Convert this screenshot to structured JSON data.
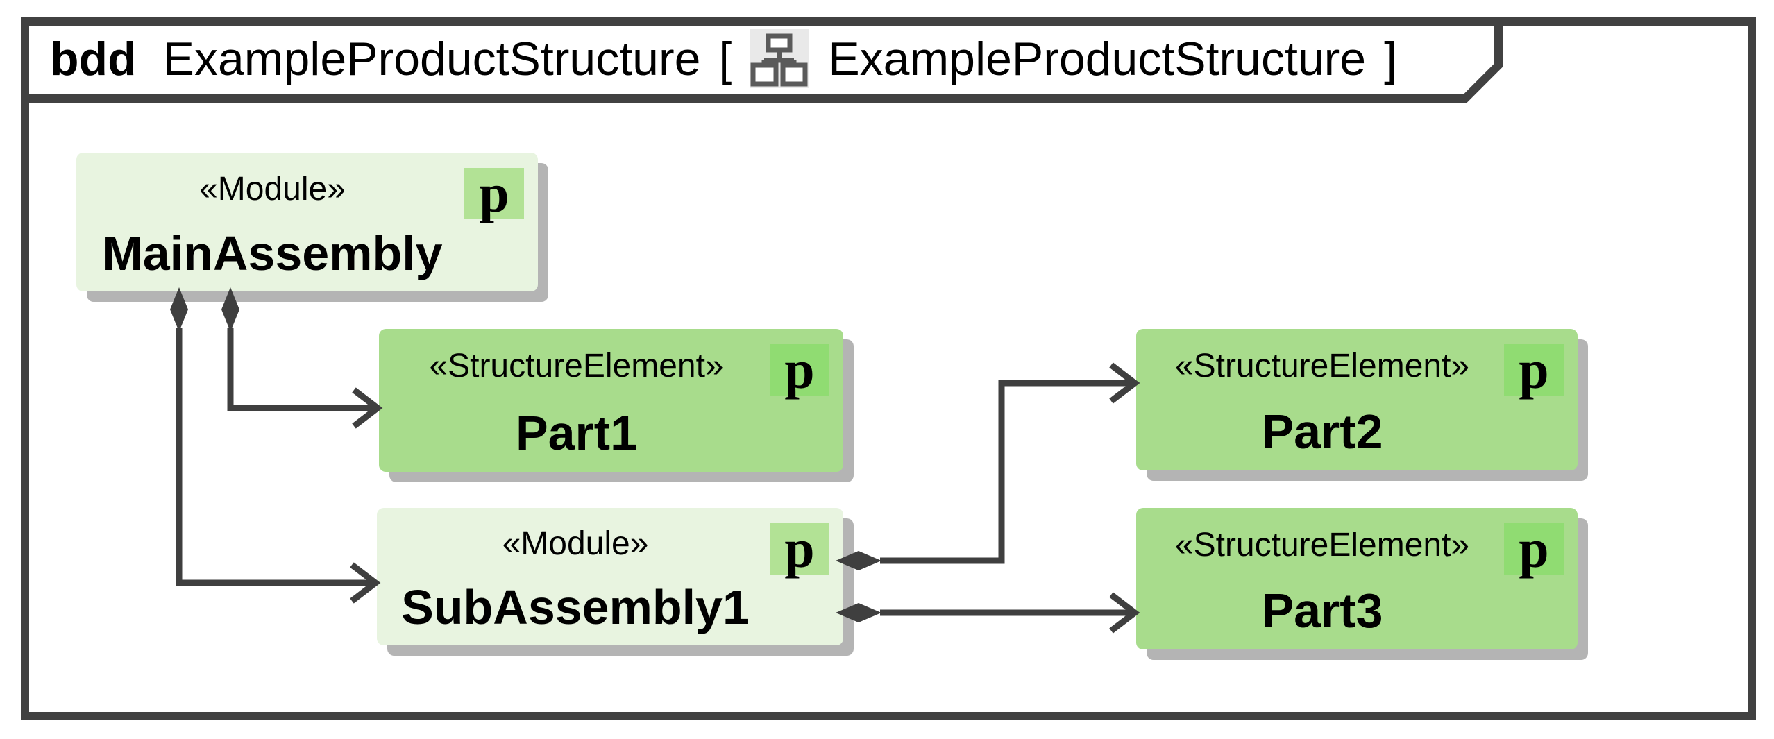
{
  "header": {
    "diagram_kind": "bdd",
    "diagram_title": "ExampleProductStructure",
    "open_bracket": "[",
    "close_bracket": "]",
    "diagram_ref": "ExampleProductStructure",
    "ref_icon": "structure-diagram-icon"
  },
  "nodes": [
    {
      "stereotype": "«Module»",
      "name": "MainAssembly",
      "badge": "p"
    },
    {
      "stereotype": "«StructureElement»",
      "name": "Part1",
      "badge": "p"
    },
    {
      "stereotype": "«Module»",
      "name": "SubAssembly1",
      "badge": "p"
    },
    {
      "stereotype": "«StructureElement»",
      "name": "Part2",
      "badge": "p"
    },
    {
      "stereotype": "«StructureElement»",
      "name": "Part3",
      "badge": "p"
    }
  ],
  "relationships": [
    {
      "type": "composition",
      "from": "MainAssembly",
      "to": "Part1"
    },
    {
      "type": "composition",
      "from": "MainAssembly",
      "to": "SubAssembly1"
    },
    {
      "type": "composition",
      "from": "SubAssembly1",
      "to": "Part2"
    },
    {
      "type": "composition",
      "from": "SubAssembly1",
      "to": "Part3"
    }
  ],
  "colors": {
    "module_fill": "#e8f4e0",
    "element_fill": "#a8dc8c",
    "module_badge": "#b2e295",
    "element_badge": "#90dc72",
    "shadow": "#b4b4b4",
    "line": "#3f3f3f",
    "frame": "#414141",
    "icon_bg": "#e9e9e9",
    "icon_glyph": "#5a5a5a"
  }
}
